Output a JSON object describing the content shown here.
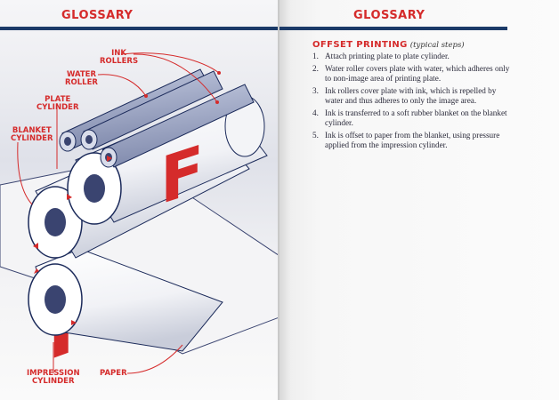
{
  "left_page": {
    "header": "GLOSSARY",
    "labels": {
      "ink_rollers": "INK\nROLLERS",
      "water_roller": "WATER\nROLLER",
      "plate_cylinder": "PLATE\nCYLINDER",
      "blanket_cylinder": "BLANKET\nCYLINDER",
      "impression_cylinder": "IMPRESSION\nCYLINDER",
      "paper": "PAPER"
    },
    "plate_letter": "F",
    "paper_letter": "F"
  },
  "right_page": {
    "header": "GLOSSARY",
    "section_title": "OFFSET PRINTING",
    "section_subtitle": "(typical steps)",
    "steps": [
      {
        "num": "1.",
        "text": "Attach printing plate to plate cylinder."
      },
      {
        "num": "2.",
        "text": "Water roller covers plate with water, which adheres only to non-image area of printing plate."
      },
      {
        "num": "3.",
        "text": "Ink rollers cover plate with ink, which is repelled by water and thus adheres to only the image area."
      },
      {
        "num": "4.",
        "text": "Ink is transferred to a soft rubber blanket on the blanket cylinder."
      },
      {
        "num": "5.",
        "text": "Ink is offset to paper from the blanket, using pressure applied from the impression cylinder."
      }
    ]
  },
  "colors": {
    "accent": "#d52b2b",
    "rule": "#1b3a68",
    "roller": "#9aa4c4"
  }
}
